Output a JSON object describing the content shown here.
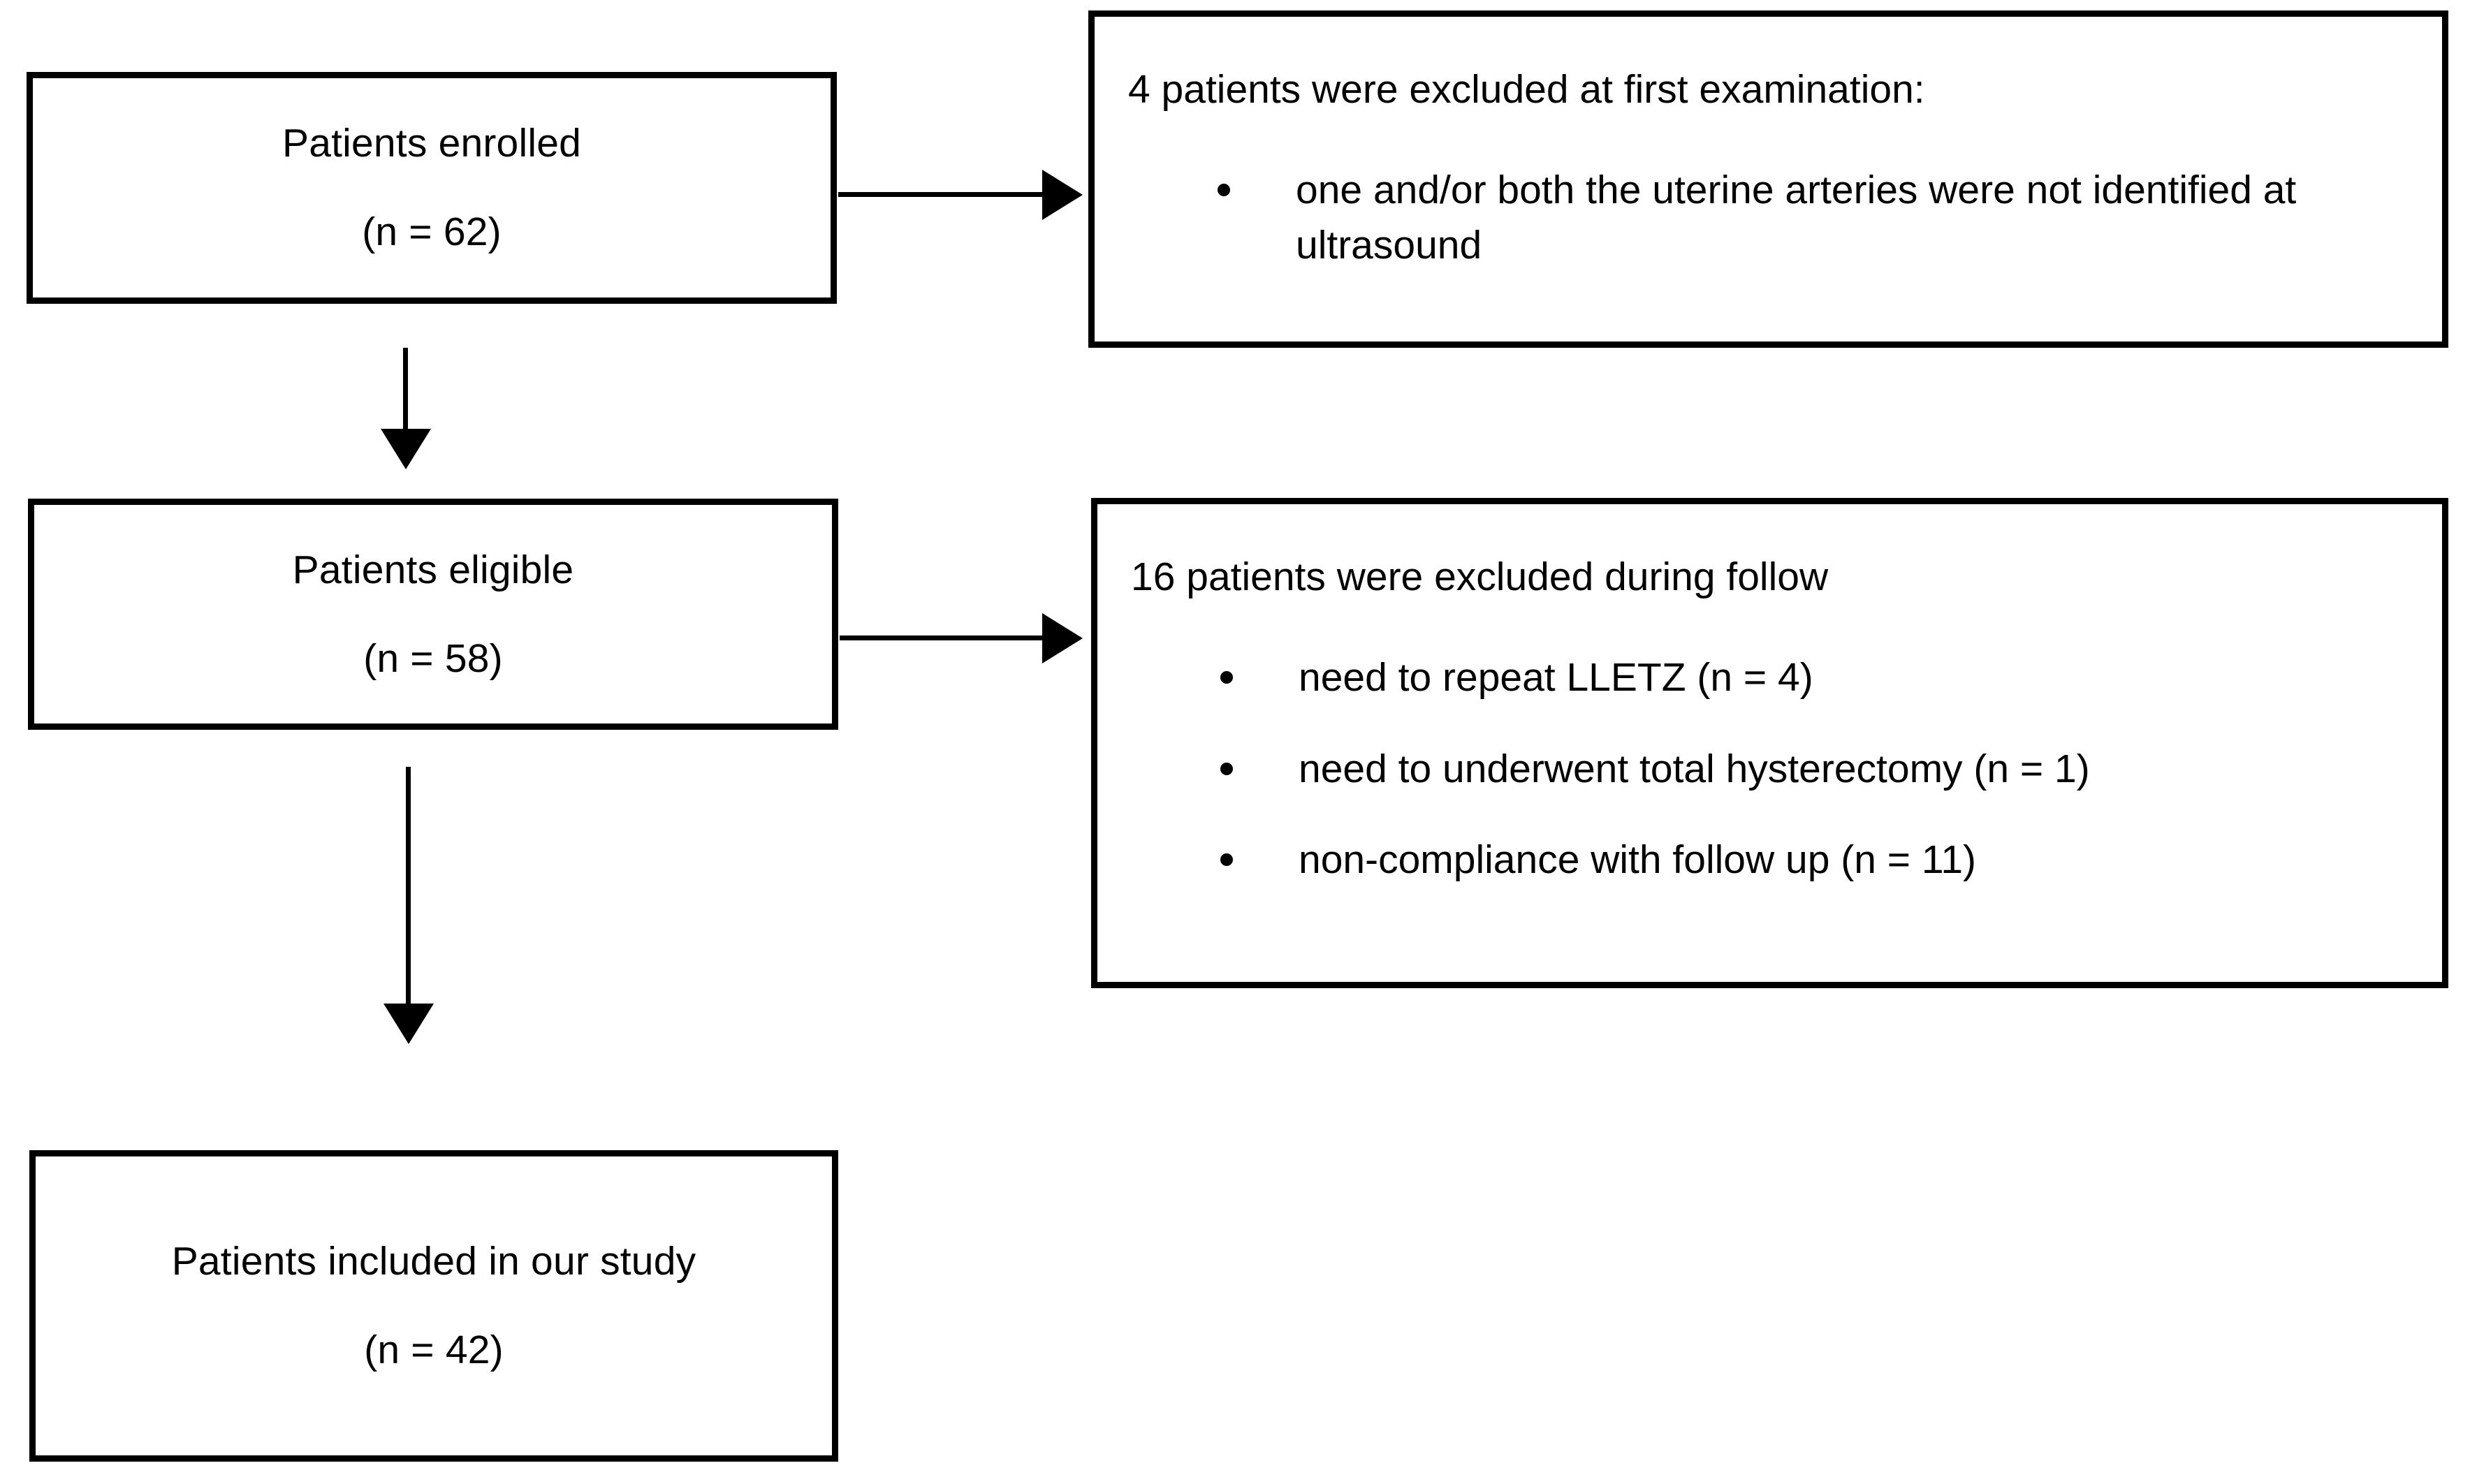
{
  "figure": {
    "type": "patient-flow-diagram",
    "colors": {
      "background": "#ffffff",
      "stroke": "#000000",
      "text": "#000000"
    }
  },
  "nodes": {
    "enrolled": {
      "label": "Patients enrolled",
      "count_label": "(n = 62)",
      "n": 62
    },
    "eligible": {
      "label": "Patients eligible",
      "count_label": "(n = 58)",
      "n": 58
    },
    "included": {
      "label": "Patients included in our study",
      "count_label": "(n = 42)",
      "n": 42
    }
  },
  "exclusions": {
    "first_examination": {
      "heading": "4 patients were excluded at first examination:",
      "n": 4,
      "items": [
        {
          "text": "one and/or both the uterine arteries were not identified at ultrasound"
        }
      ]
    },
    "follow_up": {
      "heading": "16 patients were excluded during follow",
      "n": 16,
      "items": [
        {
          "text": "need to repeat LLETZ (n = 4)"
        },
        {
          "text": "need to underwent total hysterectomy (n = 1)"
        },
        {
          "text": "non-compliance with follow up (n = 11)"
        }
      ]
    }
  },
  "connectors": [
    {
      "name": "enrolled-to-first-exclusion",
      "direction": "right"
    },
    {
      "name": "enrolled-to-eligible",
      "direction": "down"
    },
    {
      "name": "eligible-to-followup-exclusion",
      "direction": "right"
    },
    {
      "name": "eligible-to-included",
      "direction": "down"
    }
  ]
}
